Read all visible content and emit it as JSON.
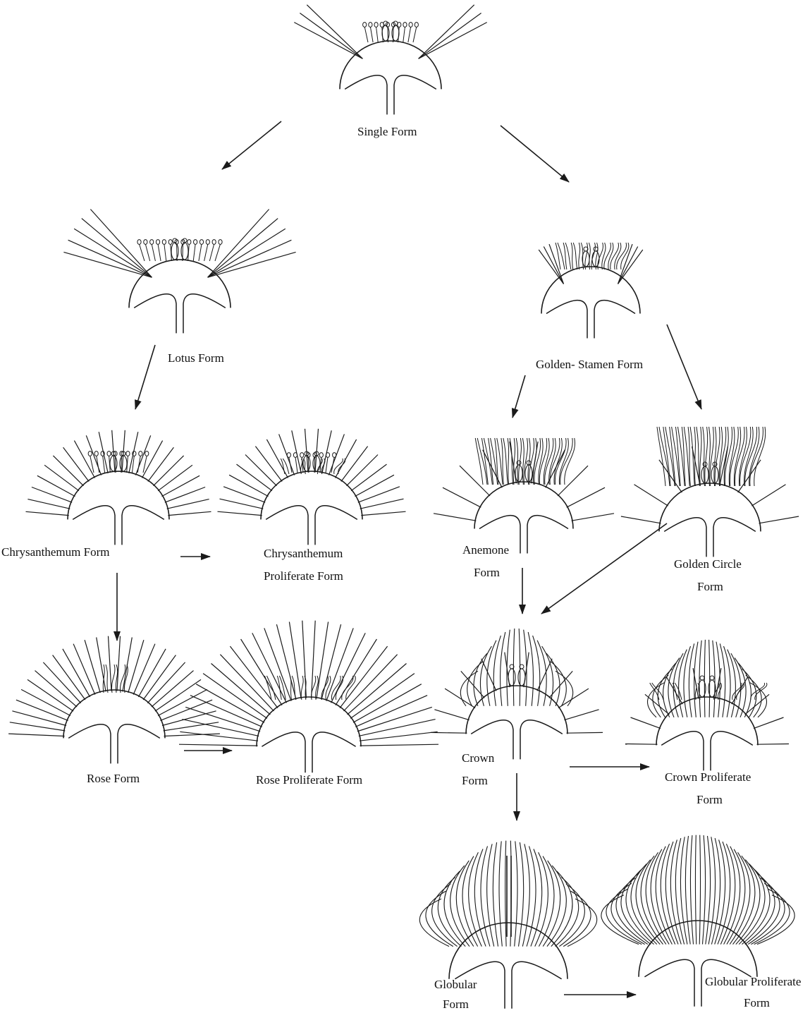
{
  "diagram": {
    "colors": {
      "ink": "#1a1a1a",
      "background": "#ffffff"
    },
    "nodes": [
      {
        "id": "single",
        "label_lines": [
          "Single Form"
        ]
      },
      {
        "id": "lotus",
        "label_lines": [
          "Lotus Form"
        ]
      },
      {
        "id": "golden_stamen",
        "label_lines": [
          "Golden- Stamen Form"
        ]
      },
      {
        "id": "chrysanthemum",
        "label_lines": [
          "Chrysanthemum Form"
        ]
      },
      {
        "id": "chrysanthemum_proliferate",
        "label_lines": [
          "Chrysanthemum",
          "Proliferate Form"
        ]
      },
      {
        "id": "anemone",
        "label_lines": [
          "Anemone",
          "Form"
        ]
      },
      {
        "id": "golden_circle",
        "label_lines": [
          "Golden Circle",
          "Form"
        ]
      },
      {
        "id": "rose",
        "label_lines": [
          "Rose Form"
        ]
      },
      {
        "id": "rose_proliferate",
        "label_lines": [
          "Rose Proliferate Form"
        ]
      },
      {
        "id": "crown",
        "label_lines": [
          "Crown",
          "Form"
        ]
      },
      {
        "id": "crown_proliferate",
        "label_lines": [
          "Crown Proliferate",
          "Form"
        ]
      },
      {
        "id": "globular",
        "label_lines": [
          "Globular",
          "Form"
        ]
      },
      {
        "id": "globular_proliferate",
        "label_lines": [
          "Globular Proliferate",
          "Form"
        ]
      }
    ],
    "edges": [
      {
        "from": "single",
        "to": "lotus"
      },
      {
        "from": "single",
        "to": "golden_stamen"
      },
      {
        "from": "lotus",
        "to": "chrysanthemum"
      },
      {
        "from": "golden_stamen",
        "to": "anemone"
      },
      {
        "from": "golden_stamen",
        "to": "golden_circle"
      },
      {
        "from": "chrysanthemum",
        "to": "chrysanthemum_proliferate"
      },
      {
        "from": "chrysanthemum",
        "to": "rose"
      },
      {
        "from": "anemone",
        "to": "crown"
      },
      {
        "from": "golden_circle",
        "to": "crown"
      },
      {
        "from": "rose",
        "to": "rose_proliferate"
      },
      {
        "from": "crown",
        "to": "crown_proliferate"
      },
      {
        "from": "crown",
        "to": "globular"
      },
      {
        "from": "globular",
        "to": "globular_proliferate"
      }
    ]
  }
}
